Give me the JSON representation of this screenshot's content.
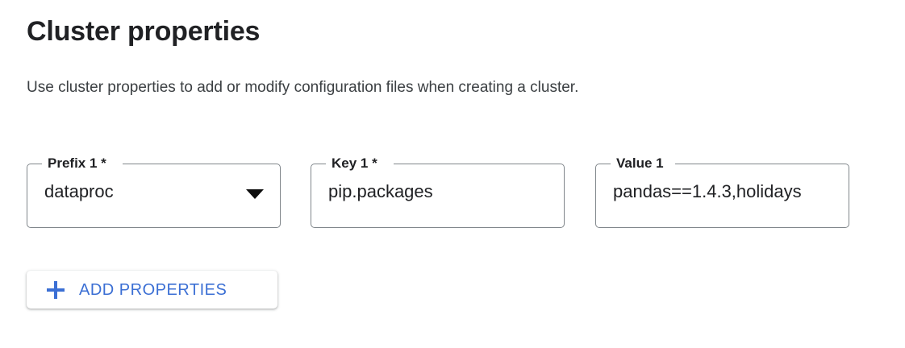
{
  "section": {
    "title": "Cluster properties",
    "description": "Use cluster properties to add or modify configuration files when creating a cluster."
  },
  "fields": [
    {
      "name": "prefix",
      "label": "Prefix 1 *",
      "value": "dataproc",
      "control": "select",
      "icon": "chevron-down-icon",
      "required": true
    },
    {
      "name": "key",
      "label": "Key 1 *",
      "value": "pip.packages",
      "control": "text",
      "required": true
    },
    {
      "name": "value",
      "label": "Value 1",
      "value": "pandas==1.4.3,holidays",
      "control": "text",
      "required": false
    }
  ],
  "add_button": {
    "label": "ADD PROPERTIES",
    "icon": "plus-icon",
    "accent_color": "#3b6fd4"
  },
  "colors": {
    "background": "#ffffff",
    "text_primary": "#202124",
    "text_secondary": "#3c4043",
    "field_border": "#80868b",
    "accent_blue": "#3b6fd4"
  }
}
